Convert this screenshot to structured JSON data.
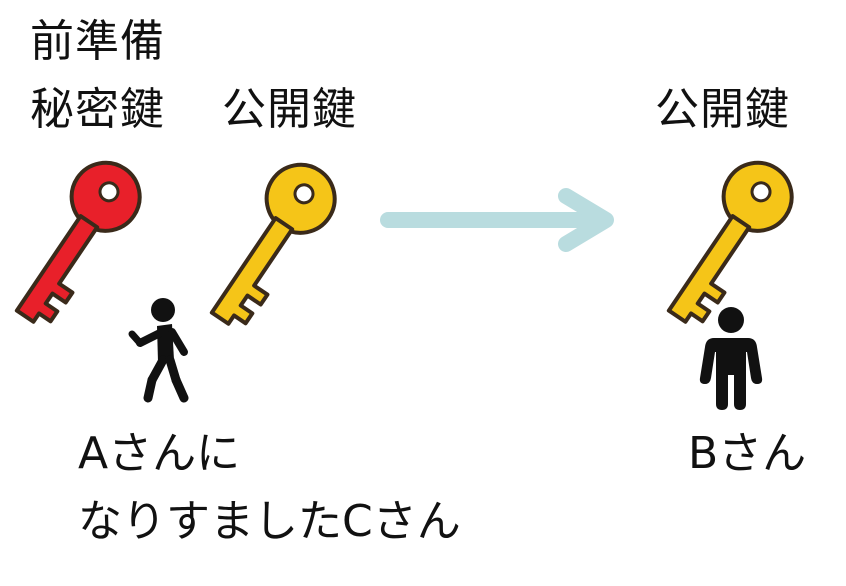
{
  "heading": "前準備",
  "left": {
    "private_key_label": "秘密鍵",
    "public_key_label": "公開鍵",
    "person_label_line1": "Aさんに",
    "person_label_line2": "なりすましたCさん"
  },
  "right": {
    "public_key_label": "公開鍵",
    "person_label": "Bさん"
  },
  "colors": {
    "private_key": "#e8202a",
    "public_key": "#f5c518",
    "key_outline": "#3a2a1a",
    "arrow": "#b9dcdf",
    "person": "#111111"
  },
  "icons": {
    "private_key": "key-icon",
    "public_key": "key-icon",
    "walking_person": "walking-person-icon",
    "standing_person": "standing-person-icon",
    "arrow": "arrow-right-icon"
  }
}
